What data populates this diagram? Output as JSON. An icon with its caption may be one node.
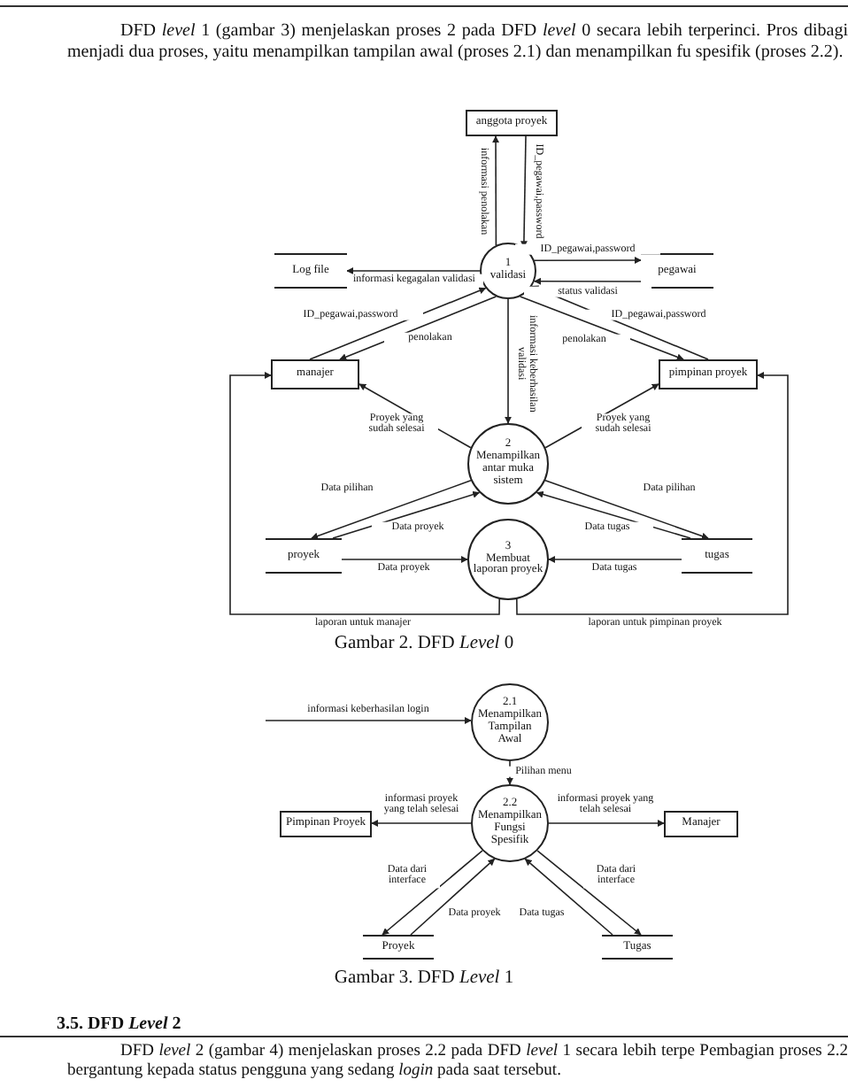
{
  "diagram": {
    "nodes": [
      {
        "text": [
          "anggota proyek"
        ]
      },
      {
        "text": [
          "1",
          "validasi"
        ]
      },
      {
        "text": [
          "Log file"
        ]
      },
      {
        "text": [
          "pegawai"
        ]
      },
      {
        "text": [
          "manajer"
        ]
      },
      {
        "text": [
          "pimpinan proyek"
        ]
      },
      {
        "text": [
          "2",
          "Menampilkan antar muka sistem"
        ]
      },
      {
        "text": [
          "proyek"
        ]
      },
      {
        "text": [
          "3",
          "Membuat laporan proyek"
        ]
      },
      {
        "text": [
          "tugas"
        ]
      },
      {
        "text": [
          "2.1",
          "Menampilkan Tampilan Awal"
        ]
      },
      {
        "text": [
          "Pimpinan Proyek"
        ]
      },
      {
        "text": [
          "2.2",
          "Menampilkan Fungsi Spesifik"
        ]
      },
      {
        "text": [
          "Manajer"
        ]
      },
      {
        "text": [
          "Proyek"
        ]
      },
      {
        "text": [
          "Tugas"
        ]
      }
    ],
    "edges": [
      {
        "from": 0,
        "to": 1,
        "arrow": "to",
        "label": "ID_pegawai,password"
      },
      {
        "from": 1,
        "to": 0,
        "arrow": "to",
        "label": "informasi penolakan"
      },
      {
        "from": 1,
        "to": 2,
        "arrow": "to",
        "label": "informasi kegagalan validasi"
      },
      {
        "from": 1,
        "to": 3,
        "arrow": "to",
        "label": "ID_pegawai,password"
      },
      {
        "from": 3,
        "to": 1,
        "arrow": "to",
        "label": "status validasi"
      },
      {
        "from": 4,
        "to": 1,
        "arrow": "to",
        "label": "ID_pegawai,password"
      },
      {
        "from": 1,
        "to": 4,
        "arrow": "to",
        "label": "penolakan"
      },
      {
        "from": 5,
        "to": 1,
        "arrow": "to",
        "label": "ID_pegawai,password"
      },
      {
        "from": 1,
        "to": 5,
        "arrow": "to",
        "label": "penolakan"
      },
      {
        "from": 1,
        "to": 6,
        "arrow": "to",
        "label": "informasi keberhasilan validasi"
      },
      {
        "from": 6,
        "to": 4,
        "arrow": "to",
        "label": "Proyek yang sudah selesai"
      },
      {
        "from": 6,
        "to": 5,
        "arrow": "to",
        "label": "Proyek yang sudah selesai"
      },
      {
        "from": 6,
        "to": 7,
        "arrow": "to",
        "label": "Data pilihan"
      },
      {
        "from": 7,
        "to": 6,
        "arrow": "to",
        "label": "Data proyek"
      },
      {
        "from": 6,
        "to": 9,
        "arrow": "to",
        "label": "Data pilihan"
      },
      {
        "from": 9,
        "to": 6,
        "arrow": "to",
        "label": "Data tugas"
      },
      {
        "from": 7,
        "to": 8,
        "arrow": "to",
        "label": "Data proyek"
      },
      {
        "from": 9,
        "to": 8,
        "arrow": "to",
        "label": "Data tugas"
      },
      {
        "from": 8,
        "to": 4,
        "arrow": "to",
        "label": "laporan untuk manajer"
      },
      {
        "from": 8,
        "to": 5,
        "arrow": "to",
        "label": "laporan untuk pimpinan proyek"
      },
      {
        "from": null,
        "to": 10,
        "arrow": "to",
        "label": "informasi keberhasilan login"
      },
      {
        "from": 10,
        "to": 12,
        "arrow": "to",
        "label": "Pilihan menu"
      },
      {
        "from": 12,
        "to": 11,
        "arrow": "to",
        "label": "informasi proyek yang telah selesai"
      },
      {
        "from": 12,
        "to": 13,
        "arrow": "to",
        "label": "informasi proyek yang telah selesai"
      },
      {
        "from": 12,
        "to": 14,
        "arrow": "to",
        "label": "Data dari interface"
      },
      {
        "from": 14,
        "to": 12,
        "arrow": "to",
        "label": "Data proyek"
      },
      {
        "from": 12,
        "to": 15,
        "arrow": "to",
        "label": "Data dari interface"
      },
      {
        "from": 15,
        "to": 12,
        "arrow": "to",
        "label": "Data tugas"
      }
    ],
    "labels": [
      "DFD *level* 1 (gambar 3) menjelaskan proses 2 pada DFD *level* 0 secara lebih terperinci. Pros dibagi menjadi dua proses, yaitu menampilkan tampilan awal (proses 2.1) dan menampilkan fu spesifik (proses 2.2).",
      "Gambar 2. DFD *Level* 0",
      "Gambar 3. DFD *Level* 1",
      "3.5. DFD *Level* 2",
      "DFD *level* 2 (gambar 4) menjelaskan proses 2.2 pada DFD *level* 1 secara lebih terpe Pembagian proses 2.2 bergantung kepada status pengguna yang sedang *login* pada saat tersebut."
    ]
  }
}
